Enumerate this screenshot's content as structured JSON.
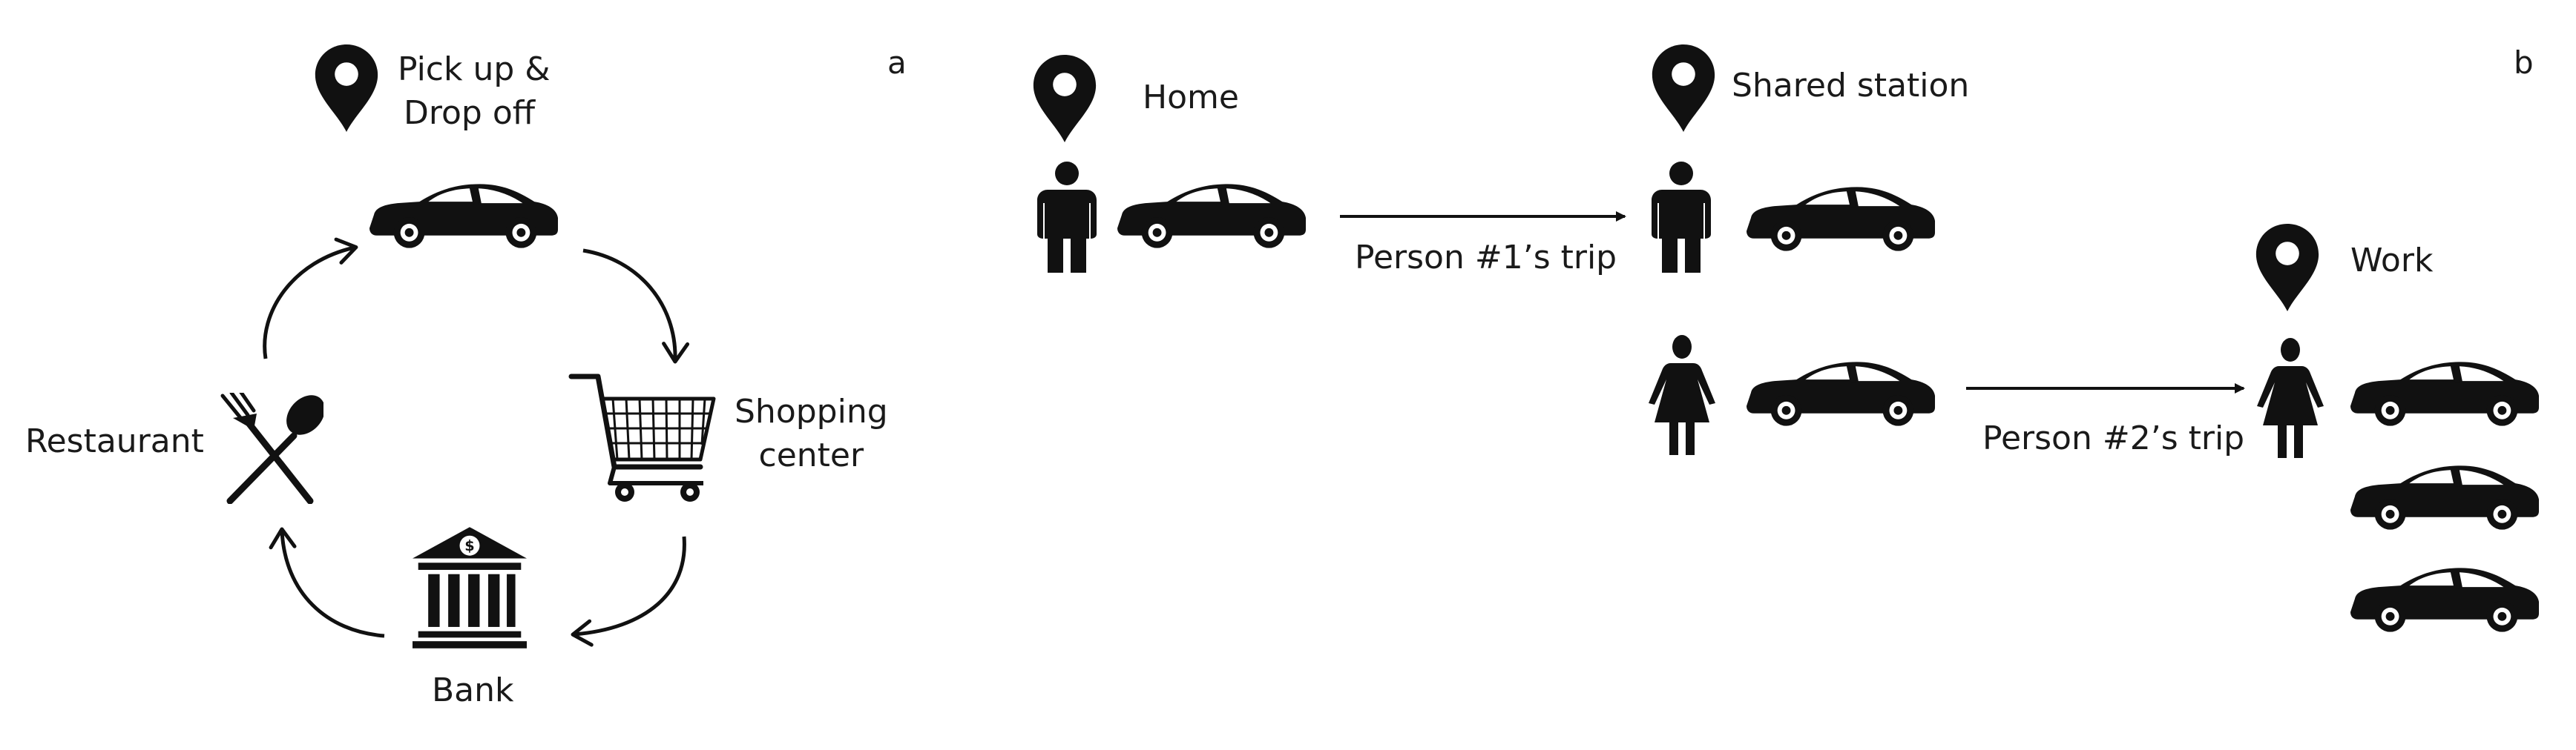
{
  "panel_a": {
    "letter": "a",
    "pickup_label_line1": "Pick up &",
    "pickup_label_line2": "Drop off",
    "shopping_label_line1": "Shopping",
    "shopping_label_line2": "center",
    "bank_label": "Bank",
    "restaurant_label": "Restaurant",
    "icons": [
      "map-pin-icon",
      "car-icon",
      "shopping-cart-icon",
      "bank-icon",
      "fork-spoon-icon"
    ]
  },
  "panel_b": {
    "letter": "b",
    "home_label": "Home",
    "shared_station_label": "Shared station",
    "work_label": "Work",
    "trip1_label": "Person #1’s trip",
    "trip2_label": "Person #2’s trip",
    "icons": [
      "map-pin-icon",
      "man-icon",
      "woman-icon",
      "car-icon",
      "arrow-icon"
    ]
  },
  "colors": {
    "ink": "#111111",
    "background": "#ffffff"
  }
}
